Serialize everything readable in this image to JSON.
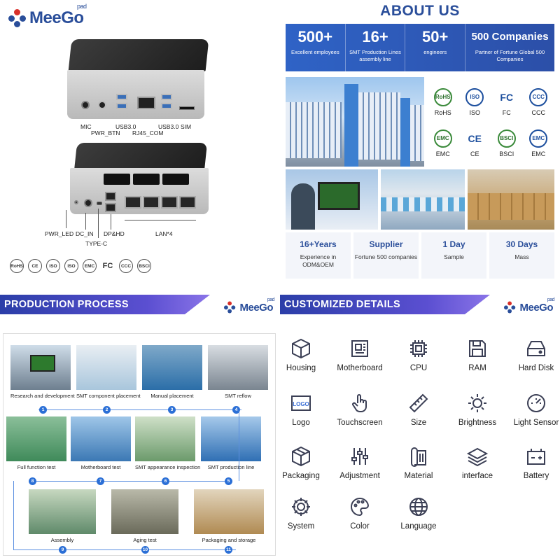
{
  "brand": {
    "name": "MeeGo",
    "sup": "pad",
    "primary_color": "#2a4e9a",
    "accent_color": "#d9302a"
  },
  "product": {
    "front_ports": [
      "MIC",
      "PWR_BTN",
      "USB3.0",
      "RJ45_COM",
      "USB3.0",
      "SIM"
    ],
    "back_ports": [
      "PWR_LED",
      "DC_IN",
      "TYPE-C",
      "DP&HD",
      "LAN*4"
    ],
    "cert_marks": [
      "RoHS",
      "CE",
      "ISO",
      "ISO",
      "EMC",
      "FC",
      "CCC",
      "BSCI"
    ]
  },
  "about": {
    "title": "ABOUT US",
    "stats": [
      {
        "value": "500+",
        "label": "Excellent employees"
      },
      {
        "value": "16+",
        "label": "SMT Production Lines assembly line"
      },
      {
        "value": "50+",
        "label": "engineers"
      },
      {
        "value": "500 Companies",
        "label": "Partner of Fortune Global 500 Companies"
      }
    ],
    "certs": [
      {
        "mark": "RoHS",
        "label": "RoHS"
      },
      {
        "mark": "ISO",
        "label": "ISO"
      },
      {
        "mark": "FC",
        "label": "FC"
      },
      {
        "mark": "CCC",
        "label": "CCC"
      },
      {
        "mark": "EMC",
        "label": "EMC"
      },
      {
        "mark": "CE",
        "label": "CE"
      },
      {
        "mark": "BSCI",
        "label": "BSCI"
      },
      {
        "mark": "EMC",
        "label": "EMC"
      }
    ],
    "facts": [
      {
        "value": "16+Years",
        "label": "Experience in ODM&OEM"
      },
      {
        "value": "Supplier",
        "label": "Fortune 500 companies"
      },
      {
        "value": "1 Day",
        "label": "Sample"
      },
      {
        "value": "30 Days",
        "label": "Mass"
      }
    ]
  },
  "process": {
    "title": "PRODUCTION PROCESS",
    "steps": [
      {
        "n": "1",
        "label": "Research and development"
      },
      {
        "n": "2",
        "label": "SMT component placement"
      },
      {
        "n": "3",
        "label": "Manual placement"
      },
      {
        "n": "4",
        "label": "SMT reflow"
      },
      {
        "n": "5",
        "label": "SMT production line"
      },
      {
        "n": "6",
        "label": "SMT appearance inspection"
      },
      {
        "n": "7",
        "label": "Motherboard test"
      },
      {
        "n": "8",
        "label": "Full function test"
      },
      {
        "n": "9",
        "label": "Assembly"
      },
      {
        "n": "10",
        "label": "Aging test"
      },
      {
        "n": "11",
        "label": "Packaging and storage"
      }
    ]
  },
  "custom": {
    "title": "CUSTOMIZED DETAILS",
    "items": [
      {
        "icon": "cube-icon",
        "label": "Housing"
      },
      {
        "icon": "motherboard-icon",
        "label": "Motherboard"
      },
      {
        "icon": "chip-icon",
        "label": "CPU"
      },
      {
        "icon": "floppy-icon",
        "label": "RAM"
      },
      {
        "icon": "hard-disk-icon",
        "label": "Hard Disk"
      },
      {
        "icon": "logo-icon",
        "label": "Logo",
        "mark": "LOGO"
      },
      {
        "icon": "touch-hand-icon",
        "label": "Touchscreen"
      },
      {
        "icon": "ruler-icon",
        "label": "Size"
      },
      {
        "icon": "sun-icon",
        "label": "Brightness"
      },
      {
        "icon": "gauge-icon",
        "label": "Light Sensor"
      },
      {
        "icon": "package-icon",
        "label": "Packaging"
      },
      {
        "icon": "sliders-icon",
        "label": "Adjustment"
      },
      {
        "icon": "fabric-icon",
        "label": "Material"
      },
      {
        "icon": "layers-icon",
        "label": "interface"
      },
      {
        "icon": "battery-icon",
        "label": "Battery"
      },
      {
        "icon": "gear-icon",
        "label": "System"
      },
      {
        "icon": "palette-icon",
        "label": "Color"
      },
      {
        "icon": "globe-icon",
        "label": "Language"
      }
    ]
  }
}
